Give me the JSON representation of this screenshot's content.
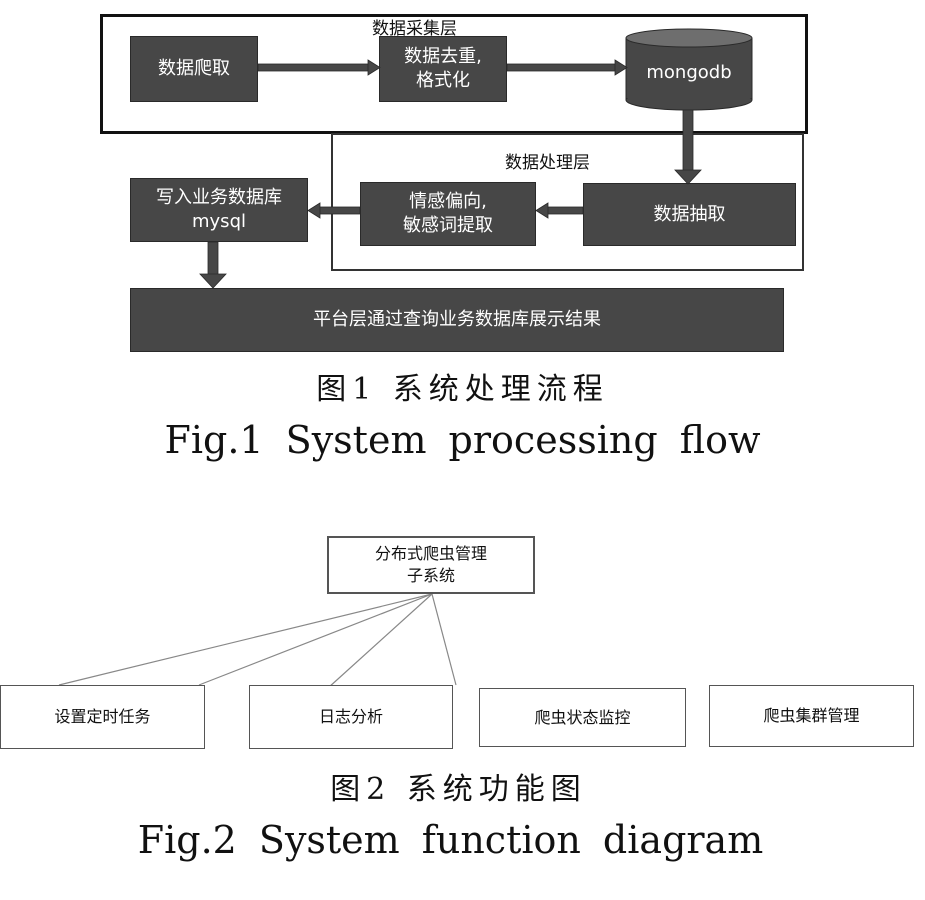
{
  "figure1": {
    "layers": {
      "collection": "数据采集层",
      "processing": "数据处理层"
    },
    "nodes": {
      "crawl": [
        "数据爬取"
      ],
      "dedup": [
        "数据去重,",
        "格式化"
      ],
      "mongodb": "mongodb",
      "extract": [
        "数据抽取"
      ],
      "sentiment": [
        "情感偏向,",
        "敏感词提取"
      ],
      "write_db": [
        "写入业务数据库",
        "mysql"
      ],
      "platform": [
        "平台层通过查询业务数据库展示结果"
      ]
    },
    "edges": [
      {
        "from": "crawl",
        "to": "dedup"
      },
      {
        "from": "dedup",
        "to": "mongodb"
      },
      {
        "from": "mongodb",
        "to": "extract"
      },
      {
        "from": "extract",
        "to": "sentiment"
      },
      {
        "from": "sentiment",
        "to": "write_db"
      },
      {
        "from": "write_db",
        "to": "platform"
      }
    ],
    "caption_cn": "图1 系统处理流程",
    "caption_en": "Fig.1 System processing flow",
    "colors": {
      "node_fill": "#474747",
      "node_text": "#ffffff",
      "arrow": "#474747"
    }
  },
  "figure2": {
    "root": [
      "分布式爬虫管理",
      "子系统"
    ],
    "children": [
      "设置定时任务",
      "日志分析",
      "爬虫状态监控",
      "爬虫集群管理"
    ],
    "caption_cn": "图2 系统功能图",
    "caption_en": "Fig.2 System function diagram"
  }
}
